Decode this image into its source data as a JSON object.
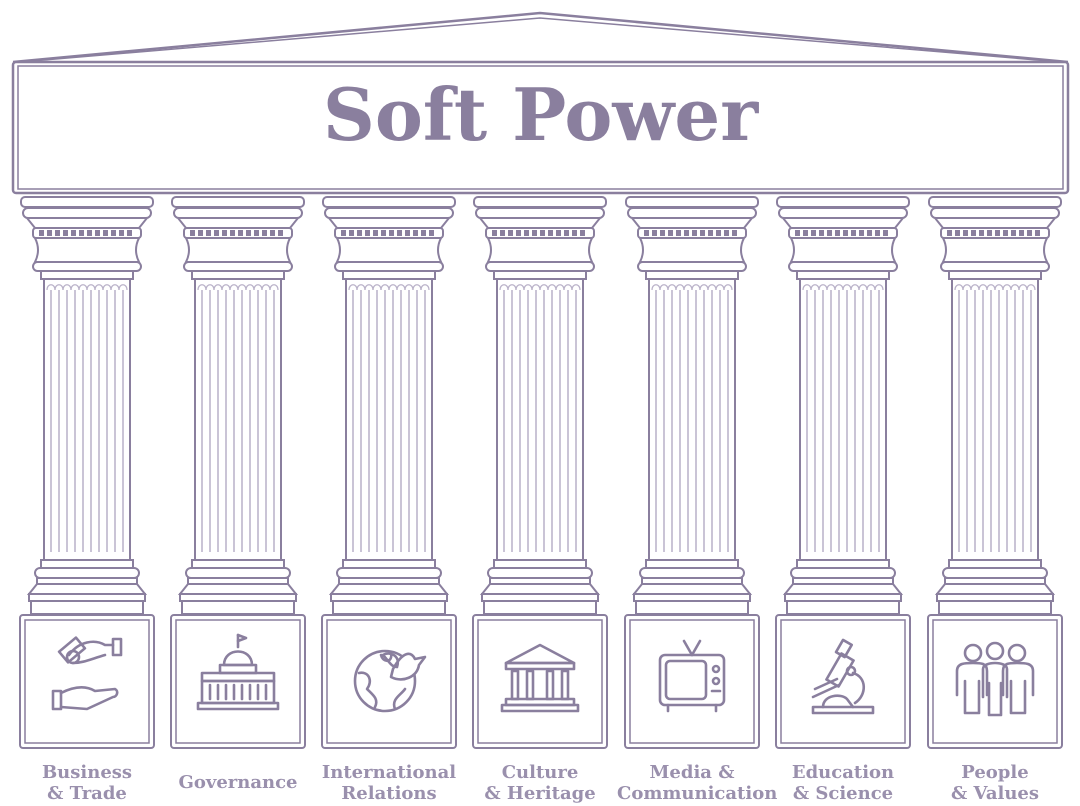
{
  "title": "Soft Power",
  "colors": {
    "stroke": "#8a7f9e",
    "flute": "#b9b1c8",
    "text": "#9a90ad"
  },
  "pillars": [
    {
      "lines": [
        "Business",
        "& Trade"
      ],
      "icon": "handshake-money-icon"
    },
    {
      "lines": [
        "Governance"
      ],
      "icon": "capitol-building-icon"
    },
    {
      "lines": [
        "International",
        "Relations"
      ],
      "icon": "globe-dove-icon"
    },
    {
      "lines": [
        "Culture",
        "& Heritage"
      ],
      "icon": "museum-icon"
    },
    {
      "lines": [
        "Media &",
        "Communication"
      ],
      "icon": "television-icon"
    },
    {
      "lines": [
        "Education",
        "& Science"
      ],
      "icon": "microscope-icon"
    },
    {
      "lines": [
        "People",
        "& Values"
      ],
      "icon": "people-group-icon"
    }
  ]
}
